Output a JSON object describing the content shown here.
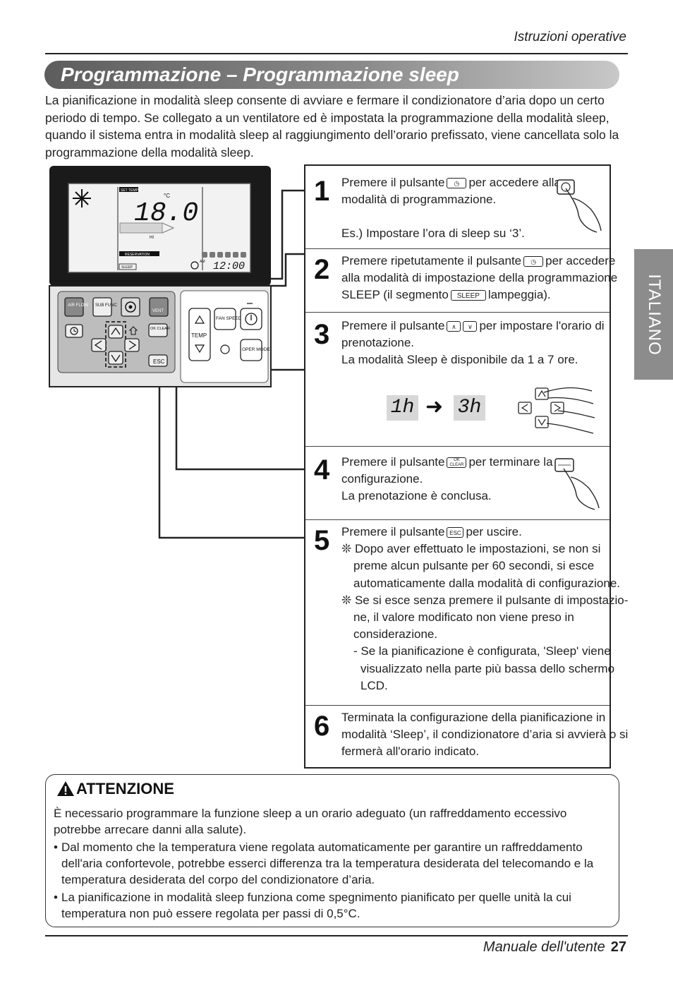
{
  "header": {
    "section": "Istruzioni operative"
  },
  "title": "Programmazione – Programmazione sleep",
  "intro": "La pianificazione in modalità sleep consente di avviare e fermare il condizionatore d’aria dopo un certo periodo di tempo. Se collegato a un ventilatore ed è impostata la programmazione della modalità sleep, quando il sistema entra in modalità sleep al raggiungimento dell’orario prefissato, viene cancellata solo la programmazione della modalità sleep.",
  "side_tab": "ITALIANO",
  "remote": {
    "lcd": {
      "set_temp_label": "SET TEMP",
      "temperature": "18.0",
      "unit": "°C",
      "hi_label": "HI",
      "reservation_label": "RESERVATION",
      "sleep_label": "SLEEP",
      "am_label": "AM",
      "clock": "12:00"
    },
    "buttons": {
      "air_flow": "AIR FLOW",
      "sub_func": "SUB FUNC",
      "vent": "VENT",
      "temp": "TEMP",
      "fan_speed": "FAN SPEED",
      "oper_mode": "OPER MODE",
      "ok_clear": "OK CLEAR",
      "esc": "ESC"
    }
  },
  "steps": [
    {
      "num": "1",
      "lines": [
        "Premere il pulsante",
        "per accedere alla",
        "modalità di programmazione.",
        "Es.) Impostare l’ora di sleep su ‘3’."
      ]
    },
    {
      "num": "2",
      "lines": [
        "Premere ripetutamente il pulsante",
        "per accedere",
        "alla modalità di impostazione della programmazione",
        "SLEEP (il segmento",
        "lampeggia)."
      ],
      "segment": "SLEEP"
    },
    {
      "num": "3",
      "lines": [
        "Premere il pulsante",
        "per impostare l'orario di",
        "prenotazione.",
        "La modalità Sleep è disponibile da 1 a 7 ore."
      ],
      "from_display": "1h",
      "to_display": "3h"
    },
    {
      "num": "4",
      "lines": [
        "Premere il pulsante",
        "per terminare la",
        "configurazione.",
        "La prenotazione è conclusa."
      ]
    },
    {
      "num": "5",
      "lines": [
        "Premere il pulsante",
        "per uscire.",
        "❊ Dopo aver effettuato le impostazioni, se non si",
        "preme alcun pulsante per 60 secondi, si esce",
        "automaticamente dalla modalità di configurazione.",
        "❊ Se si esce senza premere il pulsante di impostazio-",
        "ne, il valore modificato non viene preso in",
        "considerazione.",
        "- Se la pianificazione è configurata, 'Sleep' viene",
        "visualizzato nella parte più bassa dello schermo",
        "LCD."
      ]
    },
    {
      "num": "6",
      "lines": [
        "Terminata la configurazione della pianificazione in",
        "modalità ‘Sleep’, il condizionatore d’aria si avvierà o si",
        "fermerà all'orario indicato."
      ]
    }
  ],
  "caution": {
    "title": "ATTENZIONE",
    "text": "È necessario programmare la funzione sleep a un orario adeguato (un raffreddamento eccessivo potrebbe arrecare danni alla salute).",
    "bullets": [
      "Dal momento che la temperatura viene regolata automaticamente per garantire un raffreddamento dell'aria confortevole, potrebbe esserci differenza tra la temperatura desiderata del telecomando e la temperatura desiderata del corpo del condizionatore d’aria.",
      "La pianificazione in modalità sleep funziona come spegnimento pianificato per quelle unità la cui temperatura non può essere regolata per passi di 0,5°C."
    ]
  },
  "footer": {
    "manual": "Manuale dell'utente",
    "page": "27"
  }
}
